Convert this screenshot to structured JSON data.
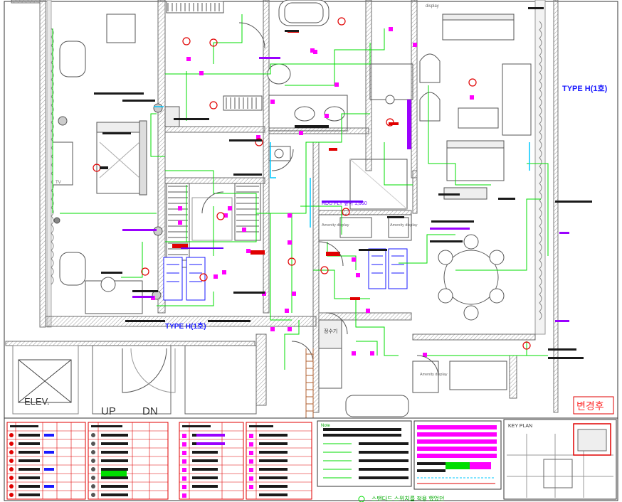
{
  "labels": {
    "type_h_right": "TYPE H(1호)",
    "type_h_center": "TYPE H(1호)",
    "elev": "ELEV.",
    "up": "UP",
    "dn": "DN",
    "change_after": "변경후",
    "key_plan": "KEY PLAN",
    "note_header": "Note",
    "bottom_note": "스탠다드 스위치를 적용 했었던",
    "rdu_fly": "RDU FLY 높이 1,660",
    "tv": "TV",
    "amenity_display_1": "Amenity display",
    "amenity_display_2": "Amenity display",
    "amenity_display_3": "Amenity display",
    "kitchen_tag": "정수기",
    "display_top": "display"
  },
  "colors": {
    "line_green": "#00dd00",
    "wall_gray": "#7a7a7a",
    "magenta": "#ff00ff",
    "red": "#e00000",
    "blue": "#1a1aff",
    "dark": "#1a1a1a"
  }
}
